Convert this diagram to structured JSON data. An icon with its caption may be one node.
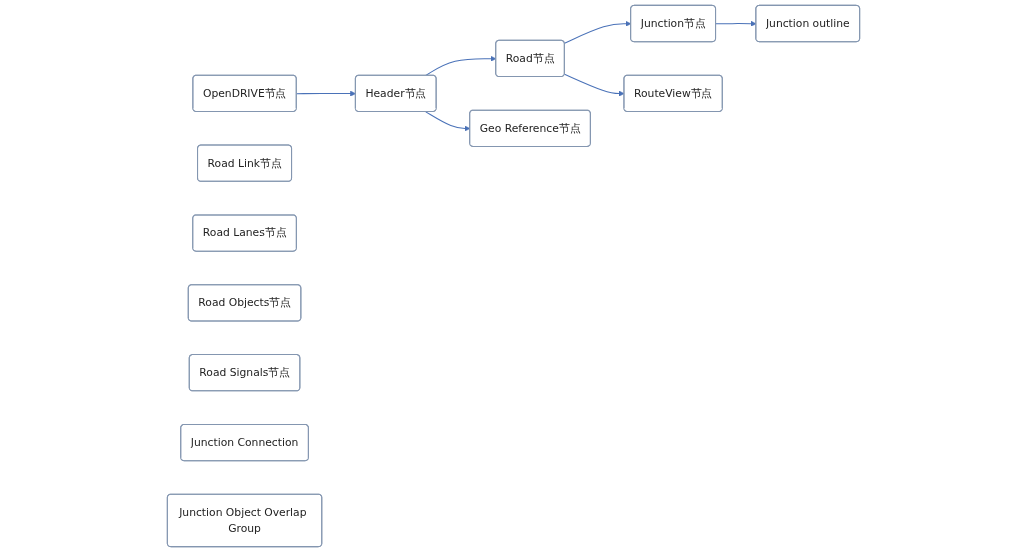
{
  "diagram": {
    "nodes": [
      {
        "text": [
          "OpenDRIVE节点"
        ]
      },
      {
        "text": [
          "Header节点"
        ]
      },
      {
        "text": [
          "Road节点"
        ]
      },
      {
        "text": [
          "Junction节点"
        ]
      },
      {
        "text": [
          "Geo Reference节点"
        ]
      },
      {
        "text": [
          "RouteView节点"
        ]
      },
      {
        "text": [
          "Road Link节点"
        ]
      },
      {
        "text": [
          "Road Lanes节点"
        ]
      },
      {
        "text": [
          "Road Objects节点"
        ]
      },
      {
        "text": [
          "Road Signals节点"
        ]
      },
      {
        "text": [
          "Junction outline"
        ]
      },
      {
        "text": [
          "Junction Connection"
        ]
      },
      {
        "text": [
          "Junction Object Overlap Group"
        ]
      }
    ],
    "edges": [
      {
        "from": 0,
        "to": 1,
        "arrow": "to"
      },
      {
        "from": 1,
        "to": 2,
        "arrow": "to"
      },
      {
        "from": 2,
        "to": 3,
        "arrow": "to"
      },
      {
        "from": 1,
        "to": 4,
        "arrow": "to"
      },
      {
        "from": 2,
        "to": 5,
        "arrow": "to"
      },
      {
        "from": 3,
        "to": 10,
        "arrow": "to"
      }
    ]
  }
}
